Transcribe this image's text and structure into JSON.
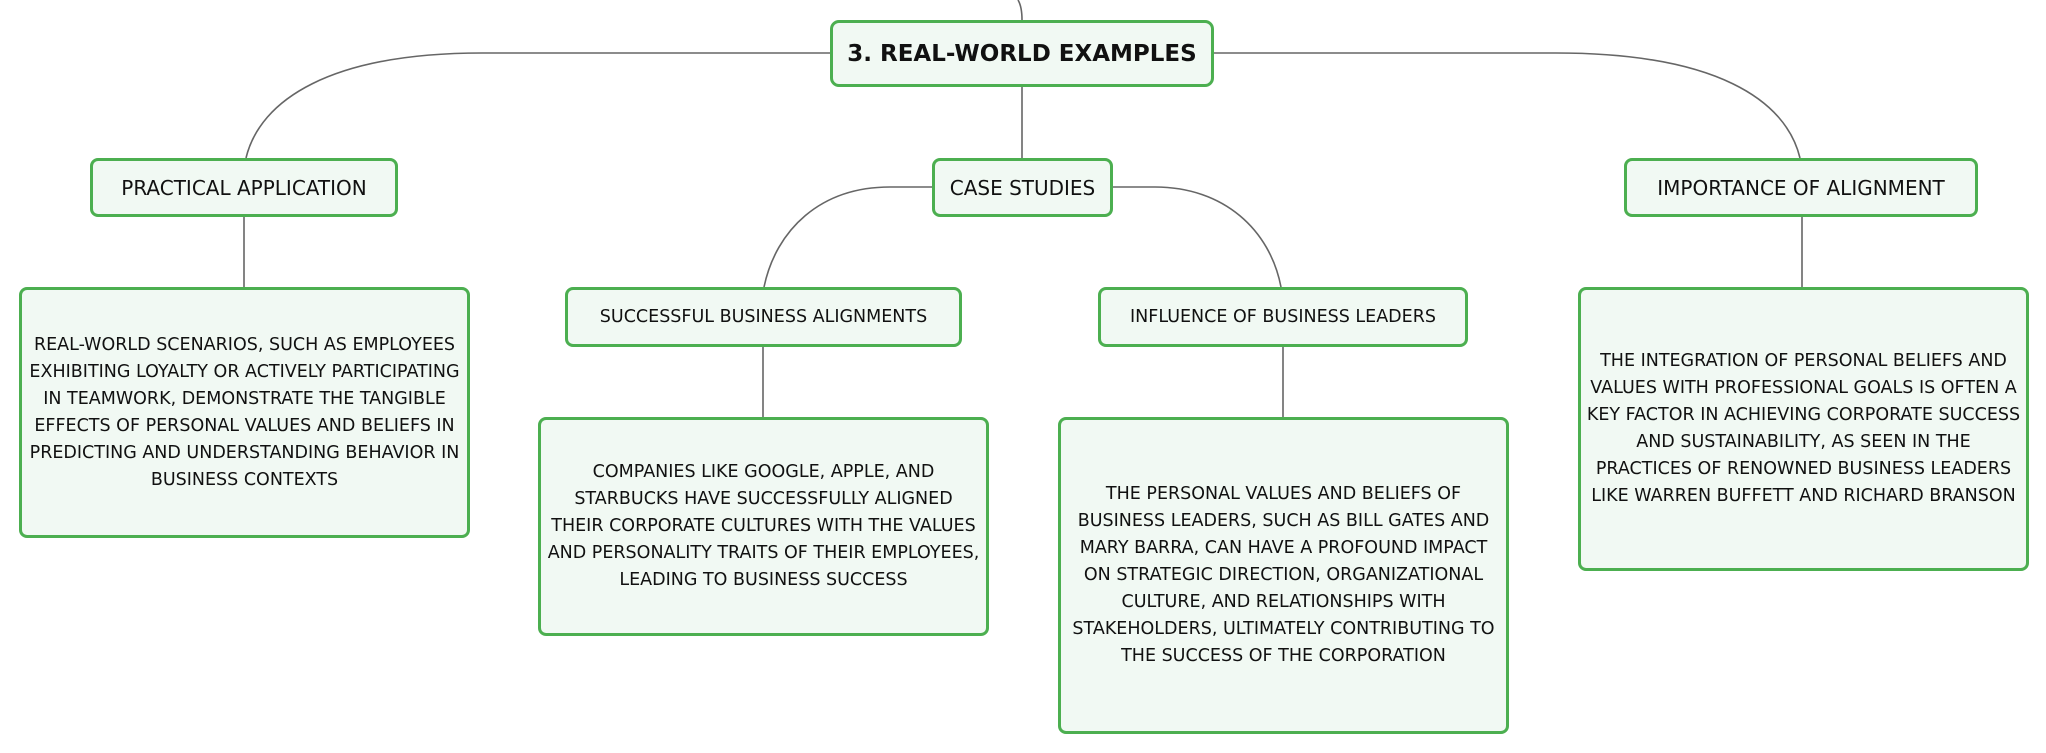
{
  "root": {
    "label": "3. REAL-WORLD EXAMPLES"
  },
  "branches": {
    "practical": {
      "label": "PRACTICAL APPLICATION",
      "detail": "REAL-WORLD SCENARIOS, SUCH AS EMPLOYEES EXHIBITING LOYALTY OR ACTIVELY PARTICIPATING IN TEAMWORK, DEMONSTRATE THE TANGIBLE EFFECTS OF PERSONAL VALUES AND BELIEFS IN PREDICTING AND UNDERSTANDING BEHAVIOR IN BUSINESS CONTEXTS"
    },
    "case_studies": {
      "label": "CASE STUDIES",
      "successful": {
        "label": "SUCCESSFUL BUSINESS ALIGNMENTS",
        "detail": "COMPANIES LIKE GOOGLE, APPLE, AND STARBUCKS HAVE SUCCESSFULLY ALIGNED THEIR CORPORATE CULTURES WITH THE VALUES AND PERSONALITY TRAITS OF THEIR EMPLOYEES, LEADING TO BUSINESS SUCCESS"
      },
      "influence": {
        "label": "INFLUENCE OF BUSINESS LEADERS",
        "detail": "THE PERSONAL VALUES AND BELIEFS OF BUSINESS LEADERS, SUCH AS BILL GATES AND MARY BARRA, CAN HAVE A PROFOUND IMPACT ON STRATEGIC DIRECTION, ORGANIZATIONAL CULTURE, AND RELATIONSHIPS WITH STAKEHOLDERS, ULTIMATELY CONTRIBUTING TO THE SUCCESS OF THE CORPORATION"
      }
    },
    "alignment": {
      "label": "IMPORTANCE OF ALIGNMENT",
      "detail": "THE INTEGRATION OF PERSONAL BELIEFS AND VALUES WITH PROFESSIONAL GOALS IS OFTEN A KEY FACTOR IN ACHIEVING CORPORATE SUCCESS AND SUSTAINABILITY, AS SEEN IN THE PRACTICES OF RENOWNED BUSINESS LEADERS LIKE WARREN BUFFETT AND RICHARD BRANSON"
    }
  },
  "colors": {
    "node_fill": "#f1f9f3",
    "node_border": "#4caf50",
    "connector": "#666666",
    "text": "#111111"
  }
}
